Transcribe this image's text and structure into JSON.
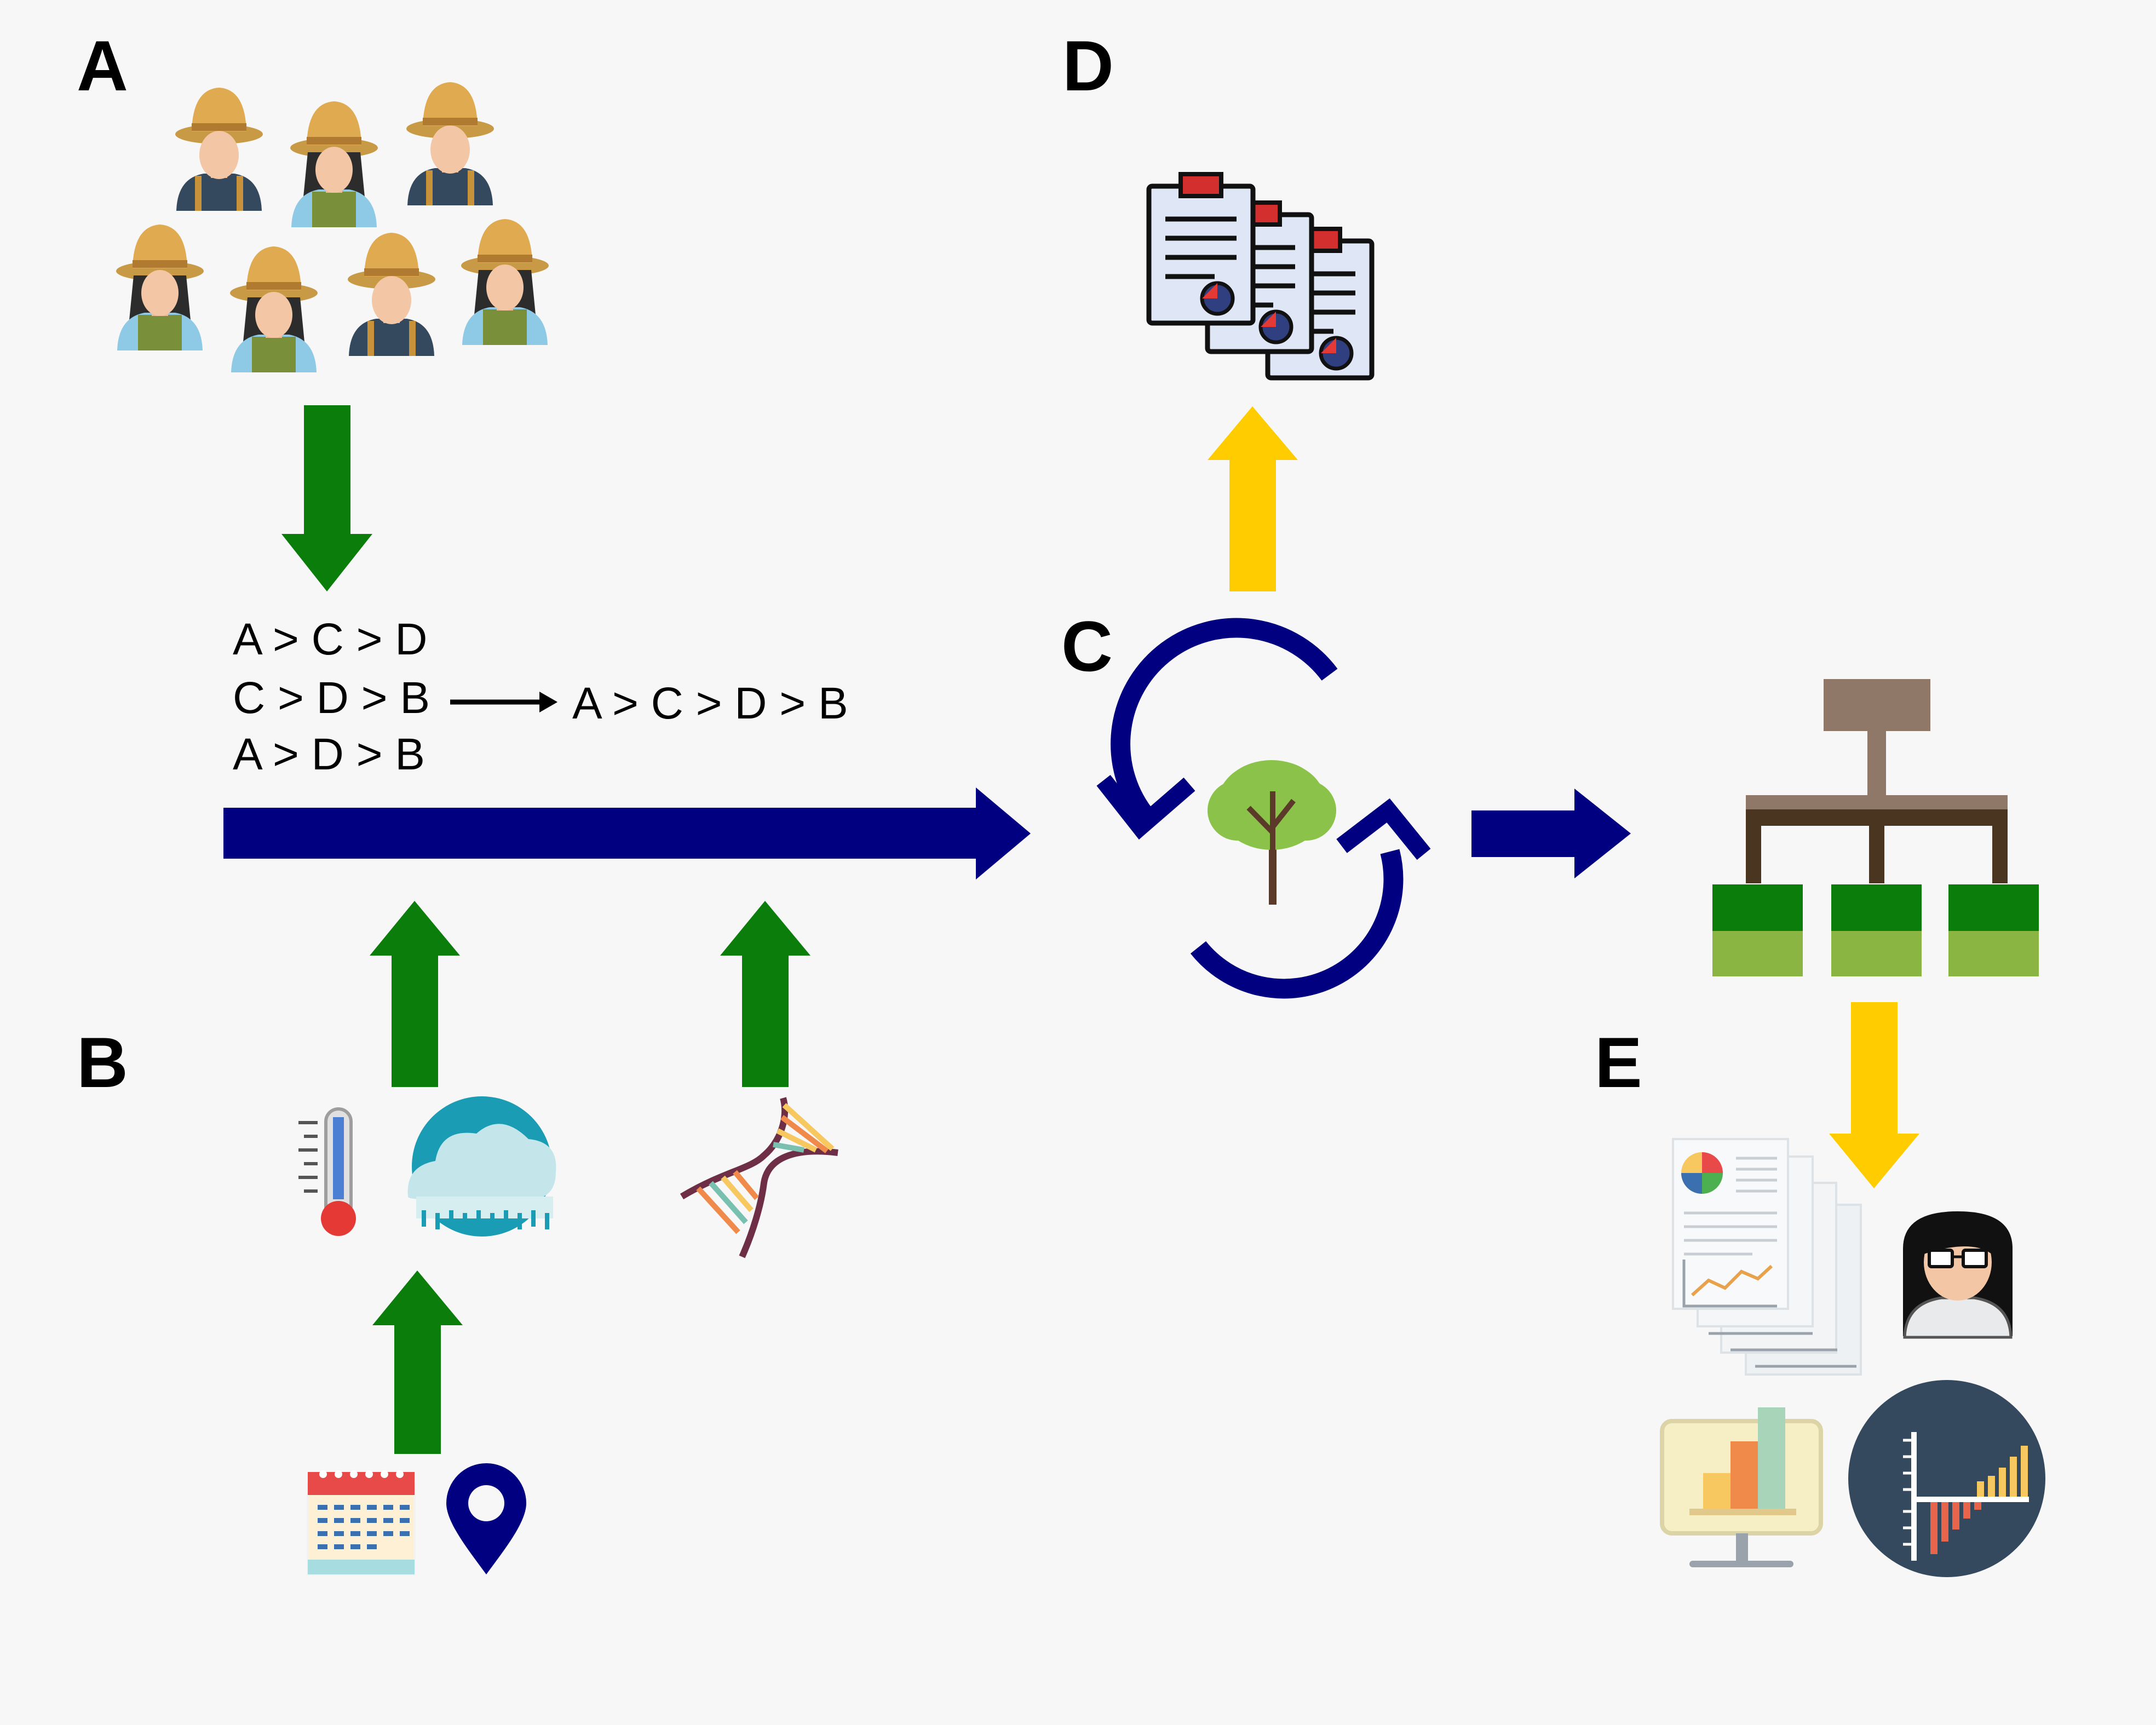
{
  "panels": {
    "a": "A",
    "b": "B",
    "c": "C",
    "d": "D",
    "e": "E"
  },
  "rankings": {
    "inputs": [
      "A > C > D",
      "C > D > B",
      "A > D > B"
    ],
    "aggregate": "A > C > D > B"
  },
  "icons": {
    "farmers": "farmer-group-icon",
    "thermometer": "thermometer-icon",
    "weather": "rain-cloud-icon",
    "dna": "dna-icon",
    "calendar": "calendar-icon",
    "location": "location-pin-icon",
    "tree_cycle": "tree-cycle-icon",
    "reports": "report-documents-icon",
    "hierarchy": "tree-hierarchy-icon",
    "analysis_docs": "analysis-documents-icon",
    "scientist": "scientist-icon",
    "monitor_chart": "monitor-chart-icon",
    "coef_chart": "coefficient-chart-icon"
  },
  "colors": {
    "green_arrow": "#0a7d0a",
    "navy_arrow": "#000080",
    "yellow_arrow": "#ffcc00",
    "background": "#f7f7f7"
  }
}
